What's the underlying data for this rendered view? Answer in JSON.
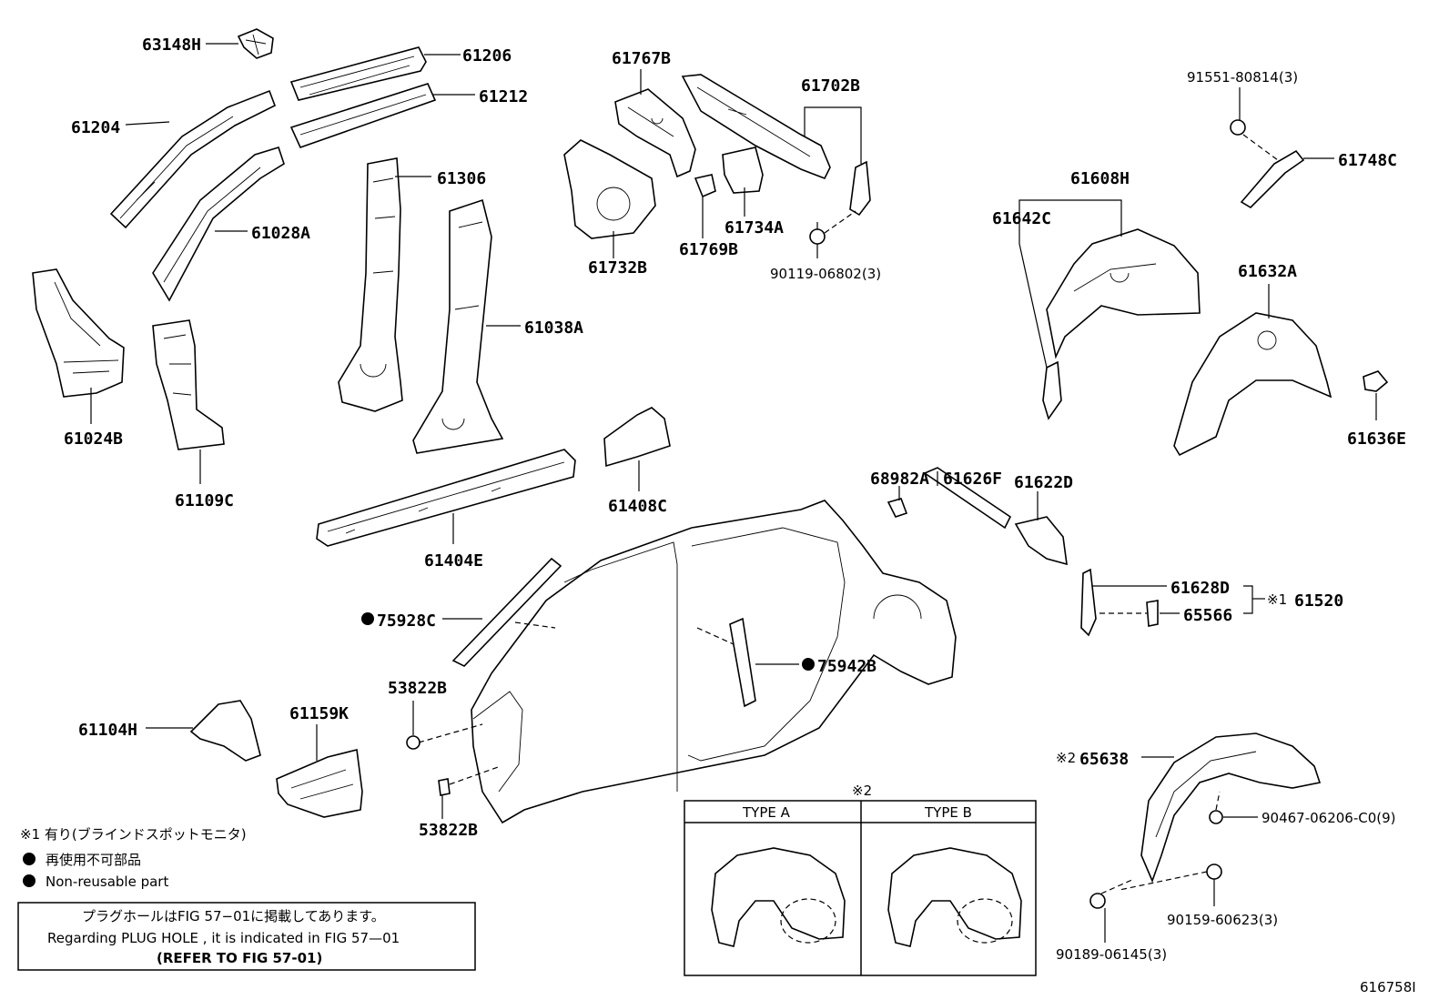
{
  "labels": {
    "p63148H": "63148H",
    "p61206": "61206",
    "p61212": "61212",
    "p61204": "61204",
    "p61306": "61306",
    "p61028A": "61028A",
    "p61038A": "61038A",
    "p61024B": "61024B",
    "p61109C": "61109C",
    "p61767B": "61767B",
    "p61702B": "61702B",
    "p61734A": "61734A",
    "p61769B": "61769B",
    "p61732B": "61732B",
    "p90119": "90119-06802(3)",
    "p91551": "91551-80814(3)",
    "p61748C": "61748C",
    "p61608H": "61608H",
    "p61642C": "61642C",
    "p61632A": "61632A",
    "p61636E": "61636E",
    "p61408C": "61408C",
    "p61404E": "61404E",
    "p68982A": "68982A",
    "p61626F": "61626F",
    "p61622D": "61622D",
    "p61628D": "61628D",
    "p65566": "65566",
    "p61520": "61520",
    "mark1": "※1",
    "p75928C": "75928C",
    "p75942B": "75942B",
    "p53822B_top": "53822B",
    "p53822B_bot": "53822B",
    "p61104H": "61104H",
    "p61159K": "61159K",
    "p65638": "65638",
    "mark2_a": "※2",
    "mark2_b": "※2",
    "p90467": "90467-06206-C0(9)",
    "p90159": "90159-60623(3)",
    "p90189": "90189-06145(3)"
  },
  "legend": {
    "note1": "※1 有り(ブラインドスポットモニタ)",
    "note2": "再使用不可部品",
    "note3": "Non-reusable part"
  },
  "notice": {
    "line1": "プラグホールはFIG 57−01に掲載してあります。",
    "line2": "Regarding  PLUG  HOLE , it is indicated in FIG  57—01",
    "line3": "(REFER TO FIG 57-01)"
  },
  "types": {
    "type_a": "TYPE A",
    "type_b": "TYPE B"
  },
  "figure_id": "616758I"
}
